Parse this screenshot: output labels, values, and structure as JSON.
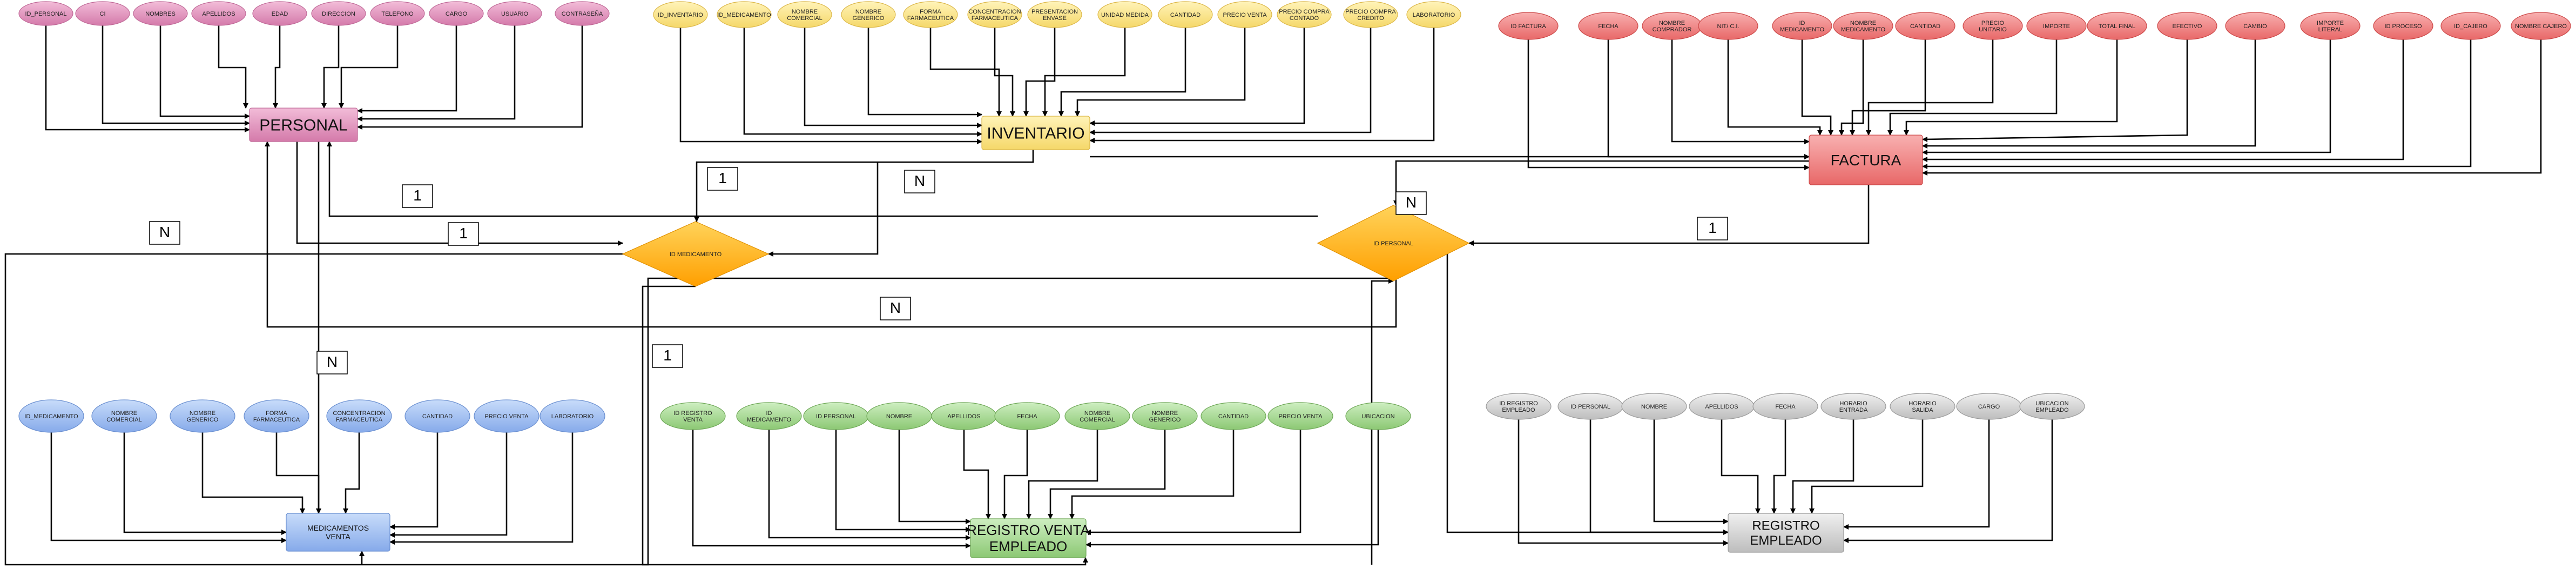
{
  "entities": {
    "personal": "PERSONAL",
    "inventario": "INVENTARIO",
    "factura": "FACTURA",
    "medicamentos_venta": [
      "MEDICAMENTOS",
      "VENTA"
    ],
    "registro_venta_empleado": [
      "REGISTRO VENTA",
      "EMPLEADO"
    ],
    "registro_empleado": [
      "REGISTRO",
      "EMPLEADO"
    ]
  },
  "relationships": {
    "id_medicamento": "ID MEDICAMENTO",
    "id_personal": "ID PERSONAL"
  },
  "attributes": {
    "personal": [
      "ID_PERSONAL",
      "CI",
      "NOMBRES",
      "APELLIDOS",
      "EDAD",
      "DIRECCION",
      "TELEFONO",
      "CARGO",
      "USUARIO",
      "CONTRASEÑA"
    ],
    "inventario": [
      "ID_INVENTARIO",
      "ID_MEDICAMENTO",
      "NOMBRE COMERCIAL",
      "NOMBRE GENERICO",
      "FORMA FARMACEUTICA",
      "CONCENTRACION FARMACEUTICA",
      "PRESENTACION ENVASE",
      "UNIDAD MEDIDA",
      "CANTIDAD",
      "PRECIO VENTA",
      "PRECIO COMPRA CONTADO",
      "PRECIO COMPRA CREDITO",
      "LABORATORIO"
    ],
    "factura": [
      "ID FACTURA",
      "FECHA",
      "NOMBRE COMPRADOR",
      "NIT/ C.I.",
      "ID MEDICAMENTO",
      "NOMBRE MEDICAMENTO",
      "CANTIDAD",
      "PRECIO UNITARIO",
      "IMPORTE",
      "TOTAL FINAL",
      "EFECTIVO",
      "CAMBIO",
      "IMPORTE LITERAL",
      "ID PROCESO",
      "ID_CAJERO",
      "NOMBRE CAJERO"
    ],
    "medicamentos_venta": [
      "ID_MEDICAMENTO",
      "NOMBRE COMERCIAL",
      "NOMBRE GENERICO",
      "FORMA FARMACEUTICA",
      "CONCENTRACION FARMACEUTICA",
      "CANTIDAD",
      "PRECIO VENTA",
      "LABORATORIO"
    ],
    "registro_venta_empleado": [
      "ID REGISTRO VENTA",
      "ID MEDICAMENTO",
      "ID PERSONAL",
      "NOMBRE",
      "APELLIDOS",
      "FECHA",
      "NOMBRE COMERCIAL",
      "NOMBRE GENERICO",
      "CANTIDAD",
      "PRECIO VENTA",
      "UBICACION"
    ],
    "registro_empleado": [
      "ID REGISTRO EMPLEADO",
      "ID PERSONAL",
      "NOMBRE",
      "APELLIDOS",
      "FECHA",
      "HORARIO ENTRADA",
      "HORARIO SALIDA",
      "CARGO",
      "UBICACION EMPLEADO"
    ]
  },
  "cardinalities": [
    "1",
    "1",
    "N",
    "1",
    "N",
    "N",
    "N",
    "1",
    "1",
    "N"
  ],
  "colors": {
    "pink": "#e8a0c4",
    "pink_dark": "#c06a98",
    "yellow": "#fce68e",
    "yellow_dark": "#dcb84a",
    "red": "#f08686",
    "red_dark": "#cc4848",
    "blue": "#a4c2f4",
    "blue_dark": "#6a8fd0",
    "green": "#a8d890",
    "green_dark": "#6fa858",
    "gray": "#d6d6d6",
    "gray_dark": "#9a9a9a",
    "diamond": "#ffb21a",
    "diamond_dark": "#e09000"
  }
}
